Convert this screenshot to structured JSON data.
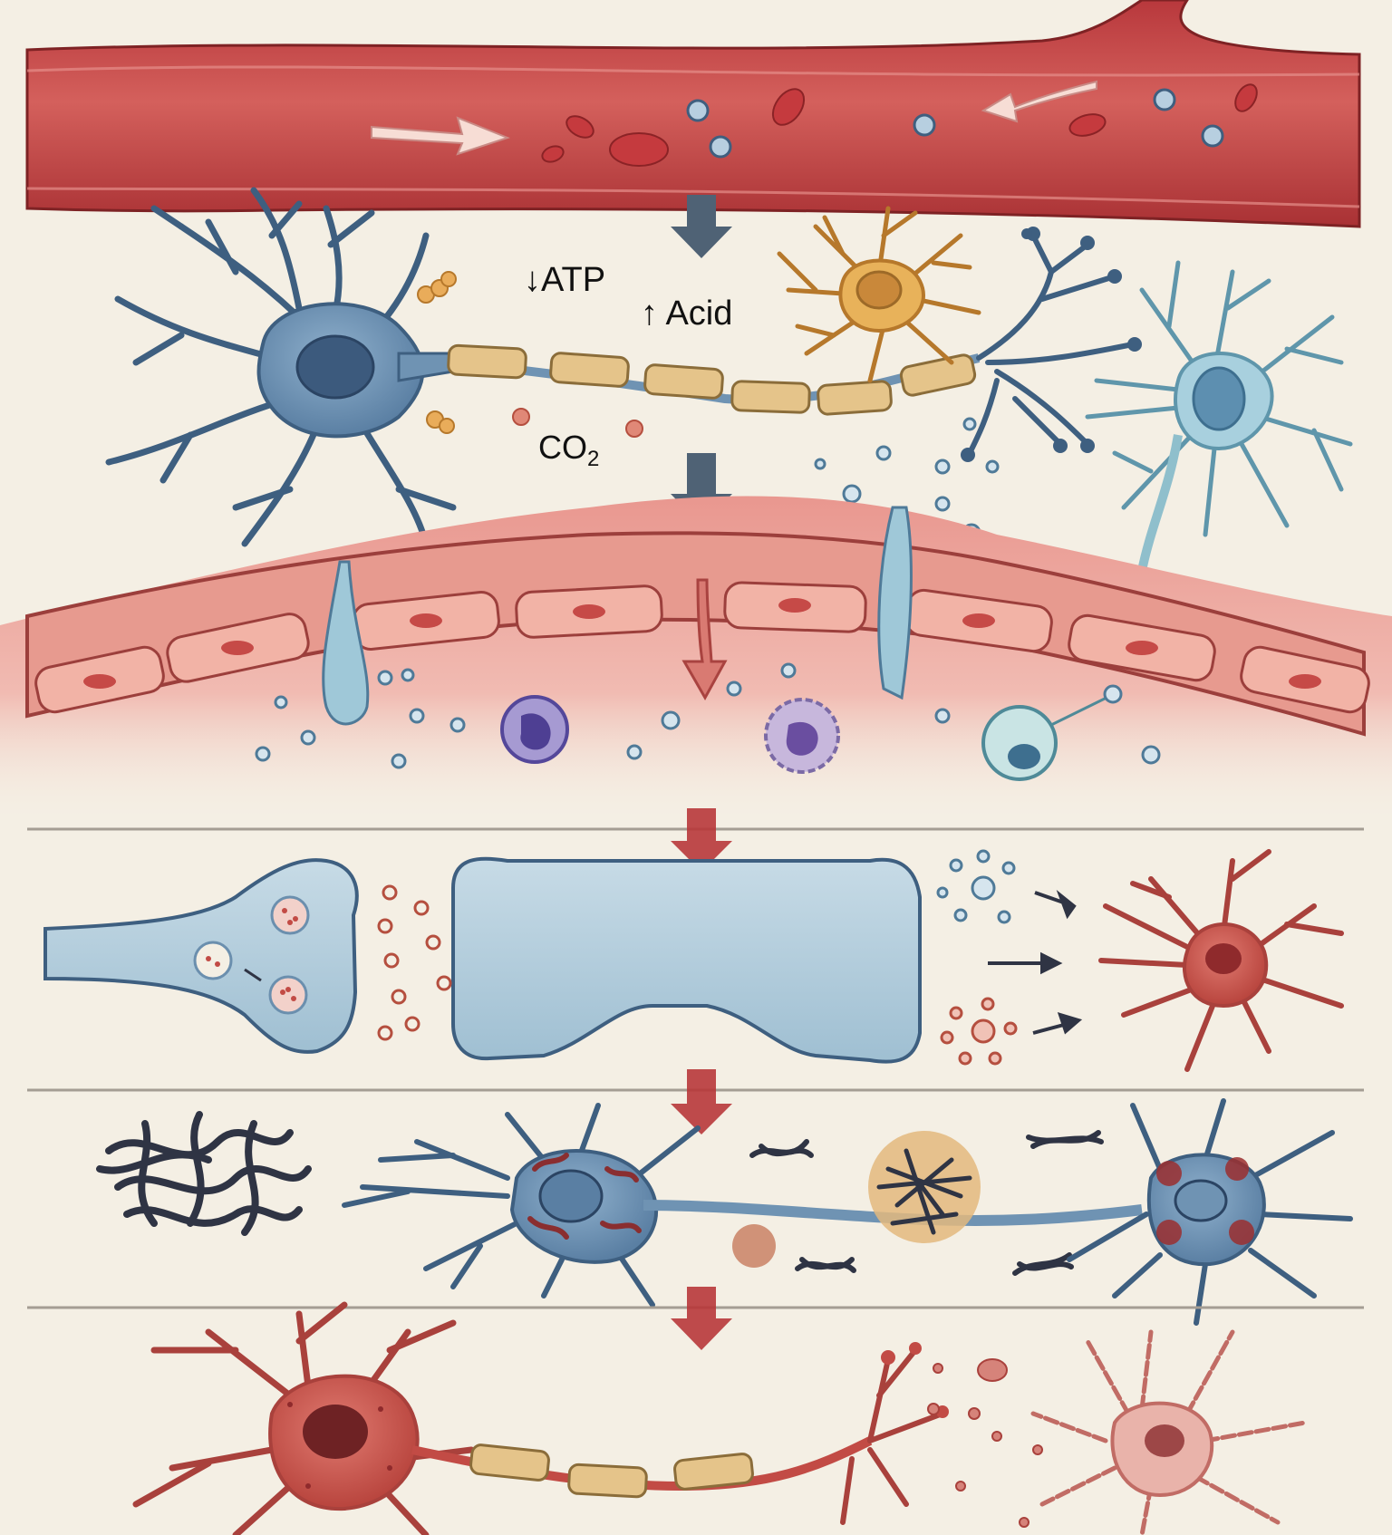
{
  "labels": {
    "atp": "↓ATP",
    "acid": "↑ Acid",
    "co2_main": "CO",
    "co2_sub": "2"
  },
  "colors": {
    "background": "#f4efe4",
    "vessel": "#c9474a",
    "vessel_dark": "#8f2a2c",
    "neuron_blue": "#6f93b3",
    "neuron_blue_dark": "#3e5f80",
    "astro_blue": "#8fbfcc",
    "glia_yellow": "#e0a84a",
    "myelin": "#e5c48a",
    "tissue_pink": "#f0b3ab",
    "endothelial": "#eba79a",
    "arrow_slate": "#4f6275",
    "arrow_red": "#b8373a",
    "damaged_red": "#c24b45",
    "aggregate_dark": "#2f3444"
  },
  "icons": {
    "flow_arrow": "white-flow-arrow",
    "step_arrow": "down-arrow",
    "signal_arrow": "right-arrow"
  }
}
